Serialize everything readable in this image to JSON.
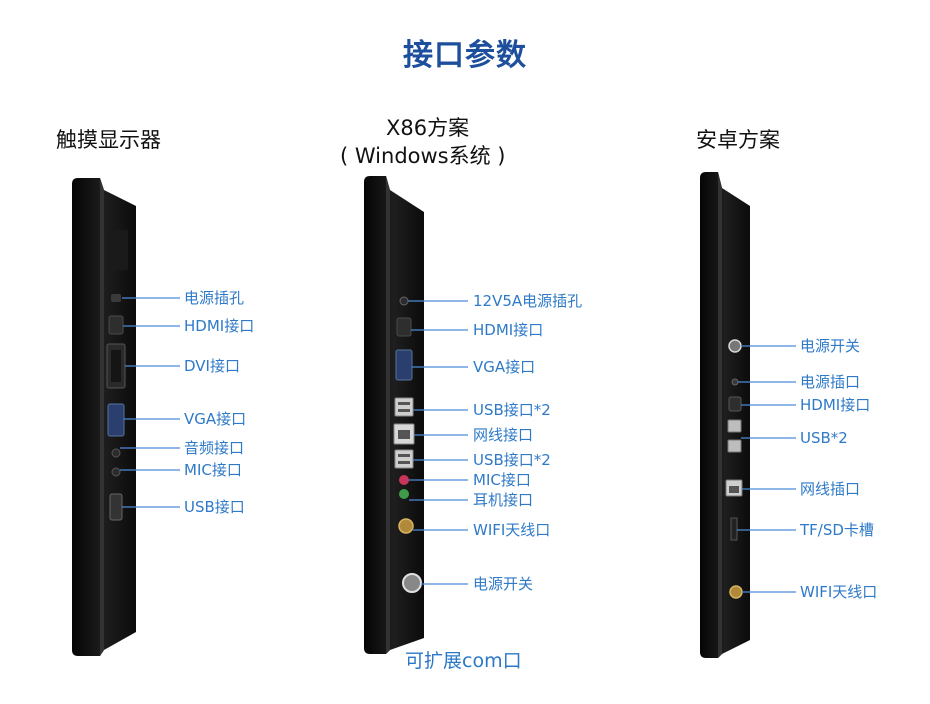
{
  "title": "接口参数",
  "columns": [
    {
      "title": "触摸显示器",
      "ports": [
        "电源插孔",
        "HDMI接口",
        "DVI接口",
        "VGA接口",
        "音频接口",
        "MIC接口",
        "USB接口"
      ]
    },
    {
      "title": "X86方案",
      "subtitle": "( Windows系统 )",
      "ports": [
        "12V5A电源插孔",
        "HDMI接口",
        "VGA接口",
        "USB接口*2",
        "网线接口",
        "USB接口*2",
        "MIC接口",
        "耳机接口",
        "WIFI天线口",
        "电源开关"
      ],
      "note": "可扩展com口"
    },
    {
      "title": "安卓方案",
      "ports": [
        "电源开关",
        "电源插口",
        "HDMI接口",
        "USB*2",
        "网线插口",
        "TF/SD卡槽",
        "WIFI天线口"
      ]
    }
  ],
  "colors": {
    "title": "#1d4f9c",
    "label": "#2f7ac8",
    "device": "#141414"
  }
}
